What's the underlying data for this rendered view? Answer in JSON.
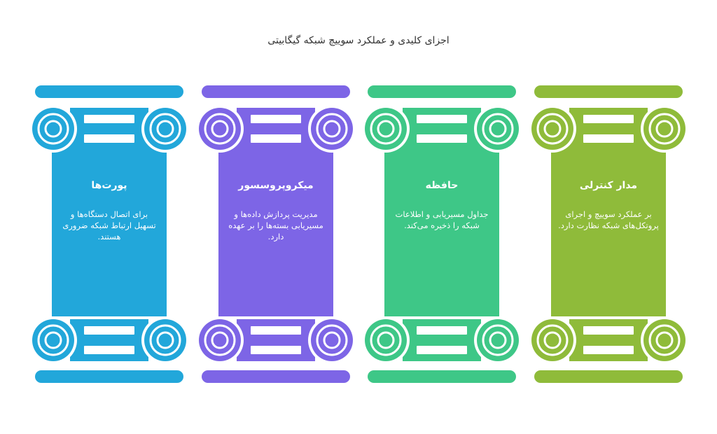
{
  "title": "اجزای کلیدی و عملکرد سوییچ شبکه گیگابیتی",
  "pillars": [
    {
      "title": "پورت‌ها",
      "description": "برای اتصال دستگاه‌ها و تسهیل ارتباط شبکه ضروری هستند.",
      "color": "#22a7da"
    },
    {
      "title": "میکروپروسسور",
      "description": "مدیریت پردازش داده‌ها و مسیریابی بسته‌ها را بر عهده دارد.",
      "color": "#7d65e6"
    },
    {
      "title": "حافظه",
      "description": "جداول مسیریابی و اطلاعات شبکه را ذخیره می‌کند.",
      "color": "#3ec787"
    },
    {
      "title": "مدار کنترلی",
      "description": "بر عملکرد سوییچ و اجرای پروتکل‌های شبکه نظارت دارد.",
      "color": "#8fbb3a"
    }
  ]
}
